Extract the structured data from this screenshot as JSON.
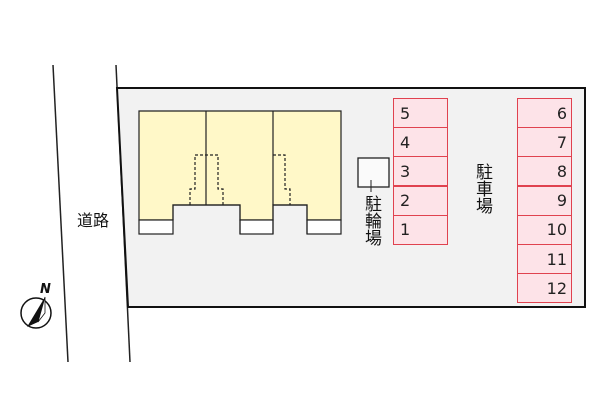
{
  "labels": {
    "road": "道路",
    "bicycle_parking": "駐輪場",
    "parking": "駐車場",
    "north": "N"
  },
  "parking_left": [
    "5",
    "4",
    "3",
    "2",
    "1"
  ],
  "parking_right": [
    "6",
    "7",
    "8",
    "9",
    "10",
    "11",
    "12"
  ],
  "colors": {
    "building": "#fff8c8",
    "site": "#f2f2f2",
    "slot_fill": "#fde3e8",
    "slot_border": "#e0424f"
  }
}
